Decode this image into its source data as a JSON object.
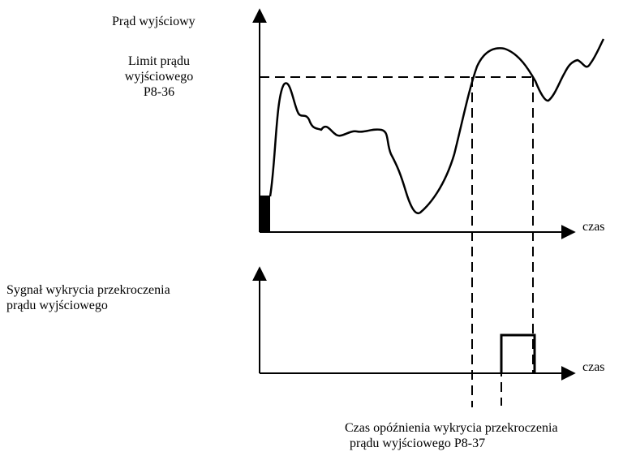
{
  "diagram": {
    "top_chart": {
      "y_axis_label": "Prąd wyjściowy",
      "limit_label_lines": [
        "Limit prądu",
        "wyjściowego",
        "P8-36"
      ],
      "x_axis_label": "czas"
    },
    "bottom_chart": {
      "signal_label_lines": [
        "Sygnał wykrycia przekroczenia",
        "prądu wyjściowego"
      ],
      "x_axis_label": "czas"
    },
    "delay_label_lines": [
      "Czas opóźnienia wykrycia przekroczenia",
      "prądu wyjściowego P8-37"
    ]
  }
}
